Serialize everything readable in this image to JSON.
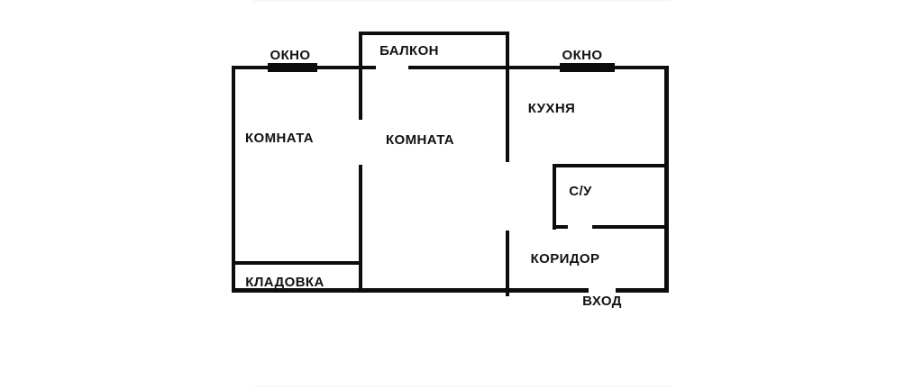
{
  "floor_plan": {
    "type": "apartment-floor-plan",
    "labels": {
      "window_left": "ОКНО",
      "balcony": "БАЛКОН",
      "window_right": "ОКНО",
      "kitchen": "КУХНЯ",
      "room_left": "КОМНАТА",
      "room_middle": "КОМНАТА",
      "bathroom": "С/У",
      "corridor": "КОРИДОР",
      "storage": "КЛАДОВКА",
      "entrance": "ВХОД"
    },
    "rooms": [
      {
        "id": "room_left",
        "label": "КОМНАТА"
      },
      {
        "id": "room_middle",
        "label": "КОМНАТА"
      },
      {
        "id": "kitchen",
        "label": "КУХНЯ"
      },
      {
        "id": "bathroom",
        "label": "С/У"
      },
      {
        "id": "corridor",
        "label": "КОРИДОР"
      },
      {
        "id": "storage",
        "label": "КЛАДОВКА"
      },
      {
        "id": "balcony",
        "label": "БАЛКОН"
      }
    ],
    "openings": [
      {
        "id": "window_left",
        "label": "ОКНО"
      },
      {
        "id": "window_right",
        "label": "ОКНО"
      },
      {
        "id": "entrance",
        "label": "ВХОД"
      },
      {
        "id": "balcony_door",
        "label": ""
      }
    ],
    "colors": {
      "wall": "#0d0d0d",
      "background": "#ffffff",
      "text": "#121212"
    }
  }
}
